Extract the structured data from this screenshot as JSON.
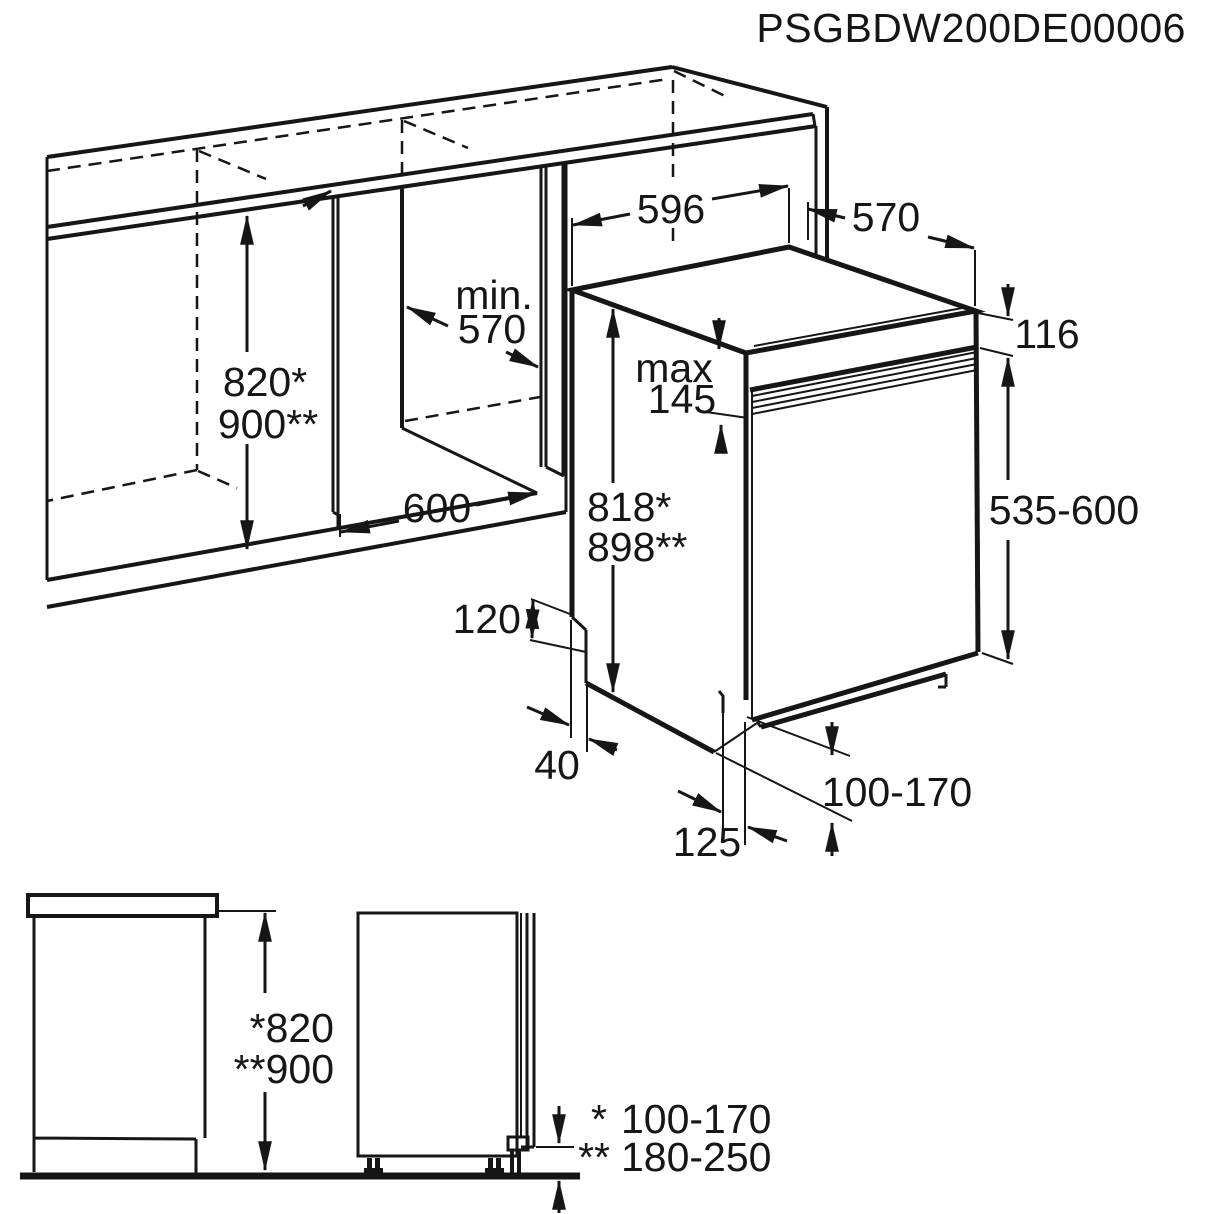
{
  "title": "PSGBDW200DE00006",
  "drawing": {
    "kind": "built-under dishwasher installation dimensions",
    "units": "mm",
    "line_color": "#161616",
    "background": "#ffffff"
  },
  "main_view": {
    "top_width": "596",
    "top_depth": "570",
    "niche_depth_line1": "min.",
    "niche_depth_line2": "570",
    "worktop_height_line1": "820*",
    "worktop_height_line2": "900**",
    "niche_width": "600",
    "panel_max_line1": "max",
    "panel_max_line2": "145",
    "appliance_height_line1": "818*",
    "appliance_height_line2": "898**",
    "top_frame_height": "116",
    "door_panel_height": "535-600",
    "rear_notch_height": "120",
    "rear_notch_depth": "40",
    "feet_adjust_range": "100-170",
    "plinth_recess_depth": "125"
  },
  "side_view_left": {
    "height_line1": "*820",
    "height_line2": "**900"
  },
  "side_view_right": {
    "row1_marker": "*",
    "row1_value": "100-170",
    "row2_marker": "**",
    "row2_value": "180-250"
  }
}
